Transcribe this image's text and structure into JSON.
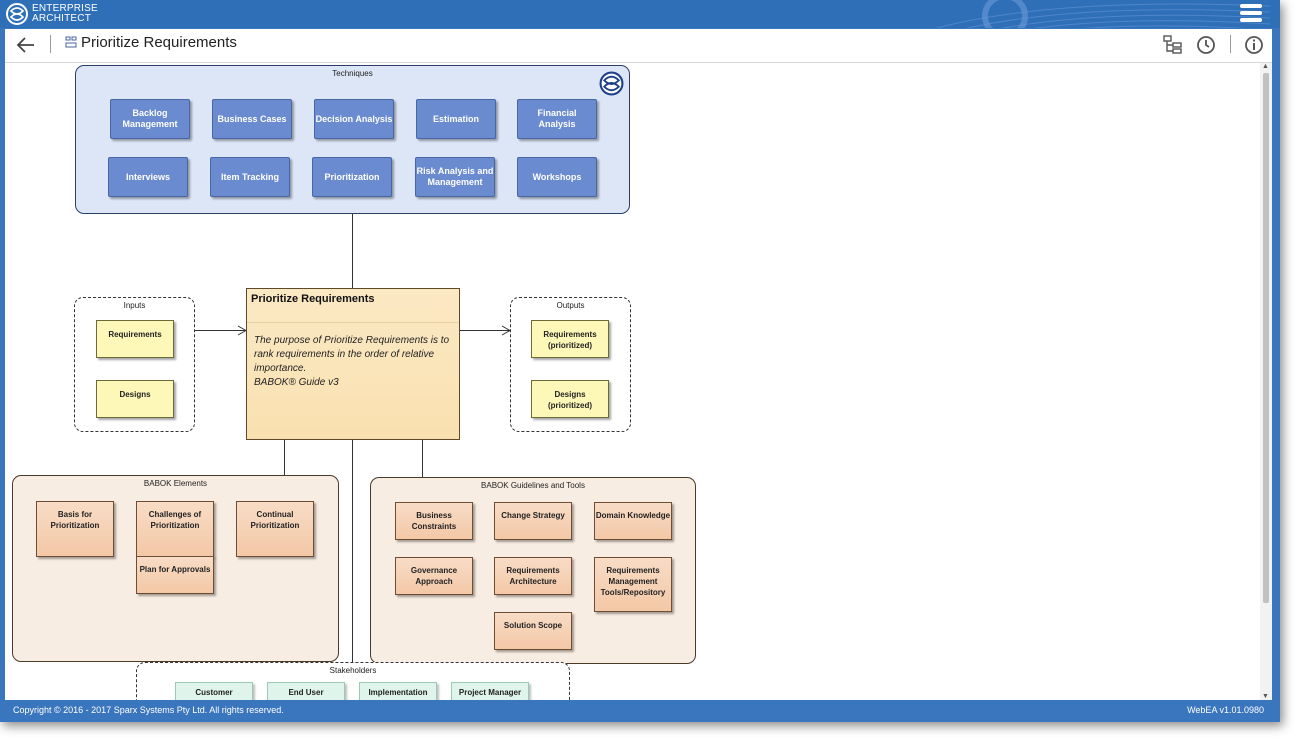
{
  "app": {
    "logo_line1": "ENTERPRISE",
    "logo_line2": "ARCHITECT",
    "brand_color": "#3a76bd"
  },
  "toolbar": {
    "title": "Prioritize Requirements",
    "icons": [
      "back-arrow-icon",
      "diagram-icon",
      "browser-tree-icon",
      "history-clock-icon",
      "info-icon"
    ]
  },
  "diagram": {
    "techniques": {
      "label": "Techniques",
      "items": [
        "Backlog Management",
        "Business Cases",
        "Decision Analysis",
        "Estimation",
        "Financial Analysis",
        "Interviews",
        "Item Tracking",
        "Prioritization",
        "Risk Analysis and Management",
        "Workshops"
      ]
    },
    "inputs": {
      "label": "Inputs",
      "items": [
        "Requirements",
        "Designs"
      ]
    },
    "outputs": {
      "label": "Outputs",
      "items": [
        "Requirements (prioritized)",
        "Designs (prioritized)"
      ]
    },
    "main": {
      "title": "Prioritize Requirements",
      "description": "The purpose of Prioritize Requirements is to rank requirements in the order of relative importance.",
      "source": "BABOK® Guide v3"
    },
    "elements": {
      "label": "BABOK Elements",
      "items": [
        "Basis for Prioritization",
        "Challenges of Prioritization",
        "Continual Prioritization",
        "Plan for Approvals"
      ]
    },
    "guidelines": {
      "label": "BABOK Guidelines and Tools",
      "items": [
        "Business Constraints",
        "Change Strategy",
        "Domain Knowledge",
        "Governance Approach",
        "Requirements Architecture",
        "Requirements Management Tools/Repository",
        "Solution Scope"
      ]
    },
    "stakeholders": {
      "label": "Stakeholders",
      "items": [
        "Customer",
        "End User",
        "Implementation",
        "Project Manager"
      ]
    }
  },
  "footer": {
    "copyright": "Copyright © 2016 - 2017 Sparx Systems Pty Ltd. All rights reserved.",
    "version": "WebEA v1.01.0980"
  }
}
